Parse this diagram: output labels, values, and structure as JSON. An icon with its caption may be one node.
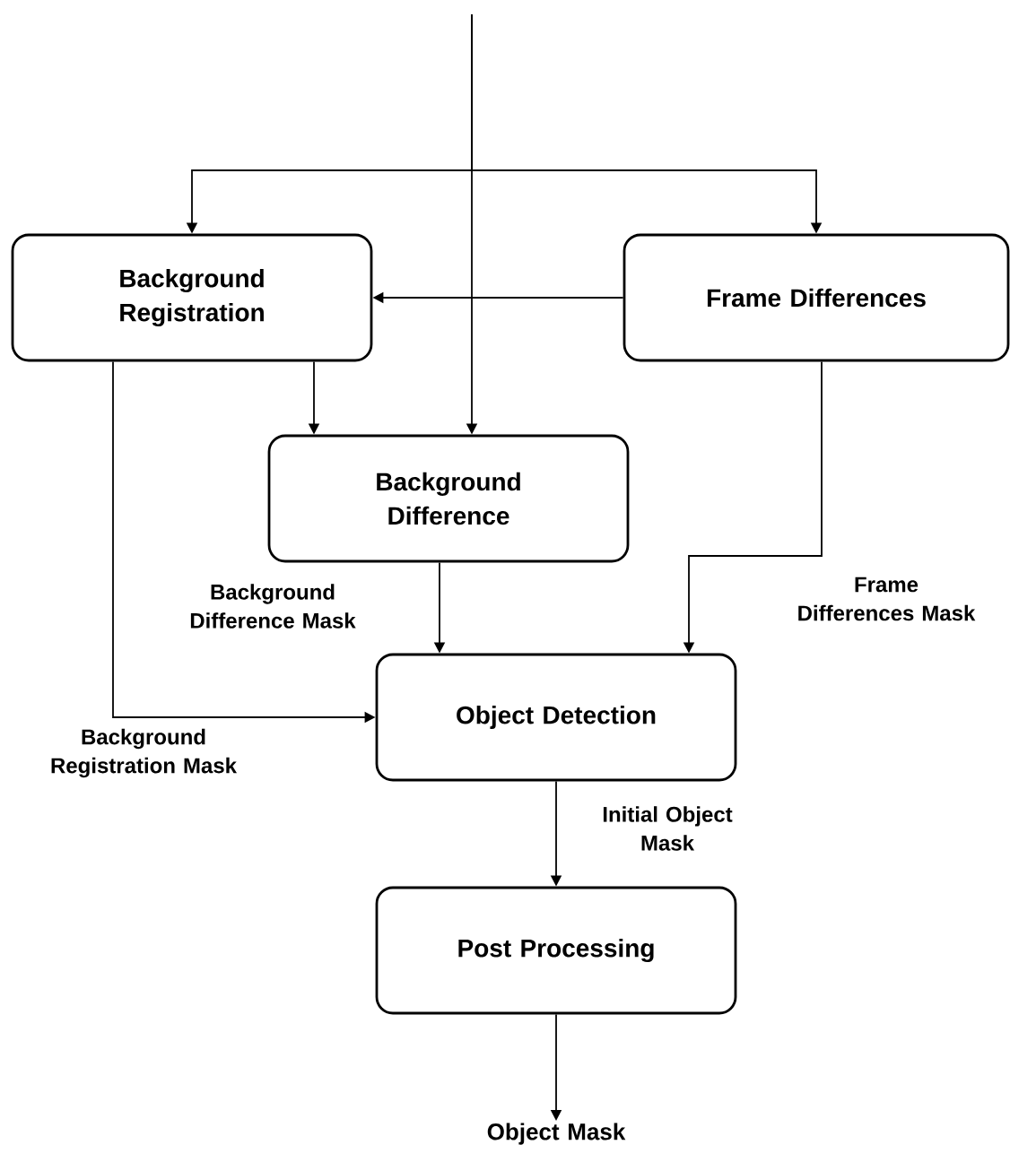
{
  "diagram": {
    "nodes": [
      {
        "text": [
          "Background Registration"
        ]
      },
      {
        "text": [
          "Frame Differences"
        ]
      },
      {
        "text": [
          "Background Difference"
        ]
      },
      {
        "text": [
          "Object Detection"
        ]
      },
      {
        "text": [
          "Post Processing"
        ]
      },
      {
        "text": [
          "Object Mask"
        ]
      }
    ],
    "edges": [
      {
        "from": null,
        "to": 0,
        "arrow": "to"
      },
      {
        "from": null,
        "to": 1,
        "arrow": "to"
      },
      {
        "from": null,
        "to": 2,
        "arrow": "to"
      },
      {
        "from": 1,
        "to": 0,
        "arrow": "to"
      },
      {
        "from": 0,
        "to": 2,
        "arrow": "to"
      },
      {
        "from": 0,
        "to": 3,
        "arrow": "to",
        "label": "Background Registration Mask"
      },
      {
        "from": 2,
        "to": 3,
        "arrow": "to",
        "label": "Background Difference Mask"
      },
      {
        "from": 1,
        "to": 3,
        "arrow": "to",
        "label": "Frame Differences Mask"
      },
      {
        "from": 3,
        "to": 4,
        "arrow": "to",
        "label": "Initial Object Mask"
      },
      {
        "from": 4,
        "to": 5,
        "arrow": "to"
      }
    ]
  }
}
